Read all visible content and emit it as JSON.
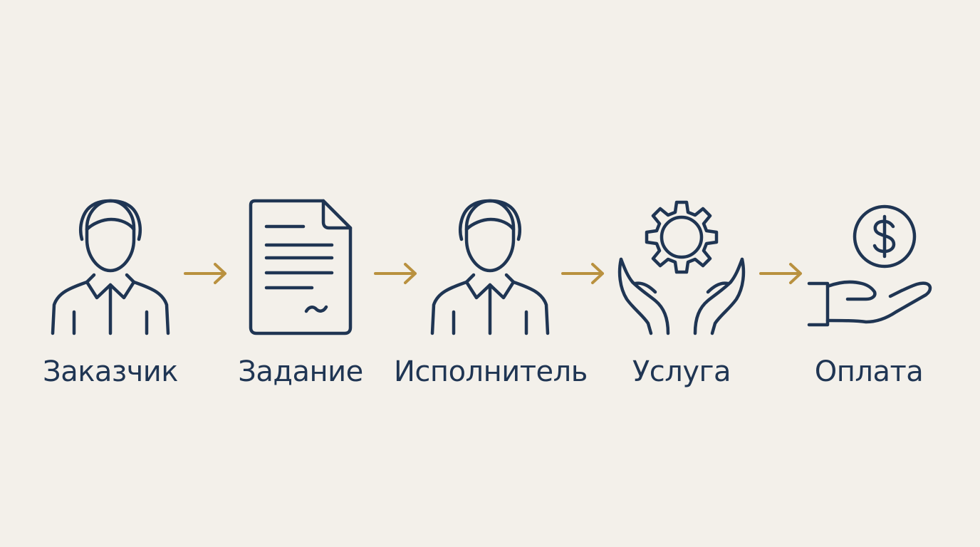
{
  "colors": {
    "background": "#f3f0ea",
    "icon_stroke": "#1f3553",
    "arrow": "#b9913f",
    "text": "#1f3553"
  },
  "steps": [
    {
      "icon": "client-person-icon",
      "label": "Заказчик"
    },
    {
      "icon": "document-icon",
      "label": "Задание"
    },
    {
      "icon": "contractor-person-icon",
      "label": "Исполнитель"
    },
    {
      "icon": "gear-in-hands-icon",
      "label": "Услуга"
    },
    {
      "icon": "coin-in-hand-icon",
      "label": "Оплата"
    }
  ]
}
